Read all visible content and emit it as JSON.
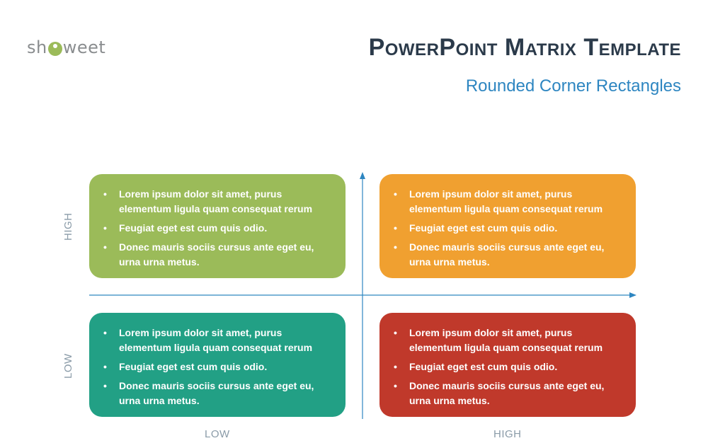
{
  "logo": {
    "text_left": "sh",
    "text_right": "weet"
  },
  "header": {
    "title": "PowerPoint Matrix Template",
    "subtitle": "Rounded Corner Rectangles"
  },
  "axes": {
    "y_high": "HIGH",
    "y_low": "LOW",
    "x_low": "LOW",
    "x_high": "HIGH"
  },
  "quadrants": {
    "top_left": {
      "color": "#9bbb59",
      "bullets": [
        "Lorem ipsum dolor sit amet, purus elementum ligula quam consequat rerum",
        "Feugiat eget est cum quis odio.",
        "Donec mauris sociis cursus ante eget eu, urna urna metus."
      ]
    },
    "top_right": {
      "color": "#f0a030",
      "bullets": [
        "Lorem ipsum dolor sit amet, purus elementum ligula quam consequat rerum",
        "Feugiat eget est cum quis odio.",
        "Donec mauris sociis cursus ante eget eu, urna urna metus."
      ]
    },
    "bottom_left": {
      "color": "#22a085",
      "bullets": [
        "Lorem ipsum dolor sit amet, purus elementum ligula quam consequat rerum",
        "Feugiat eget est cum quis odio.",
        "Donec mauris sociis cursus ante eget eu, urna urna metus."
      ]
    },
    "bottom_right": {
      "color": "#c0392b",
      "bullets": [
        "Lorem ipsum dolor sit amet, purus elementum ligula quam consequat rerum",
        "Feugiat eget est cum quis odio.",
        "Donec mauris sociis cursus ante eget eu, urna urna metus."
      ]
    }
  },
  "colors": {
    "axis": "#2e86c1",
    "title": "#2b3a4a",
    "subtitle": "#2e86c1"
  }
}
